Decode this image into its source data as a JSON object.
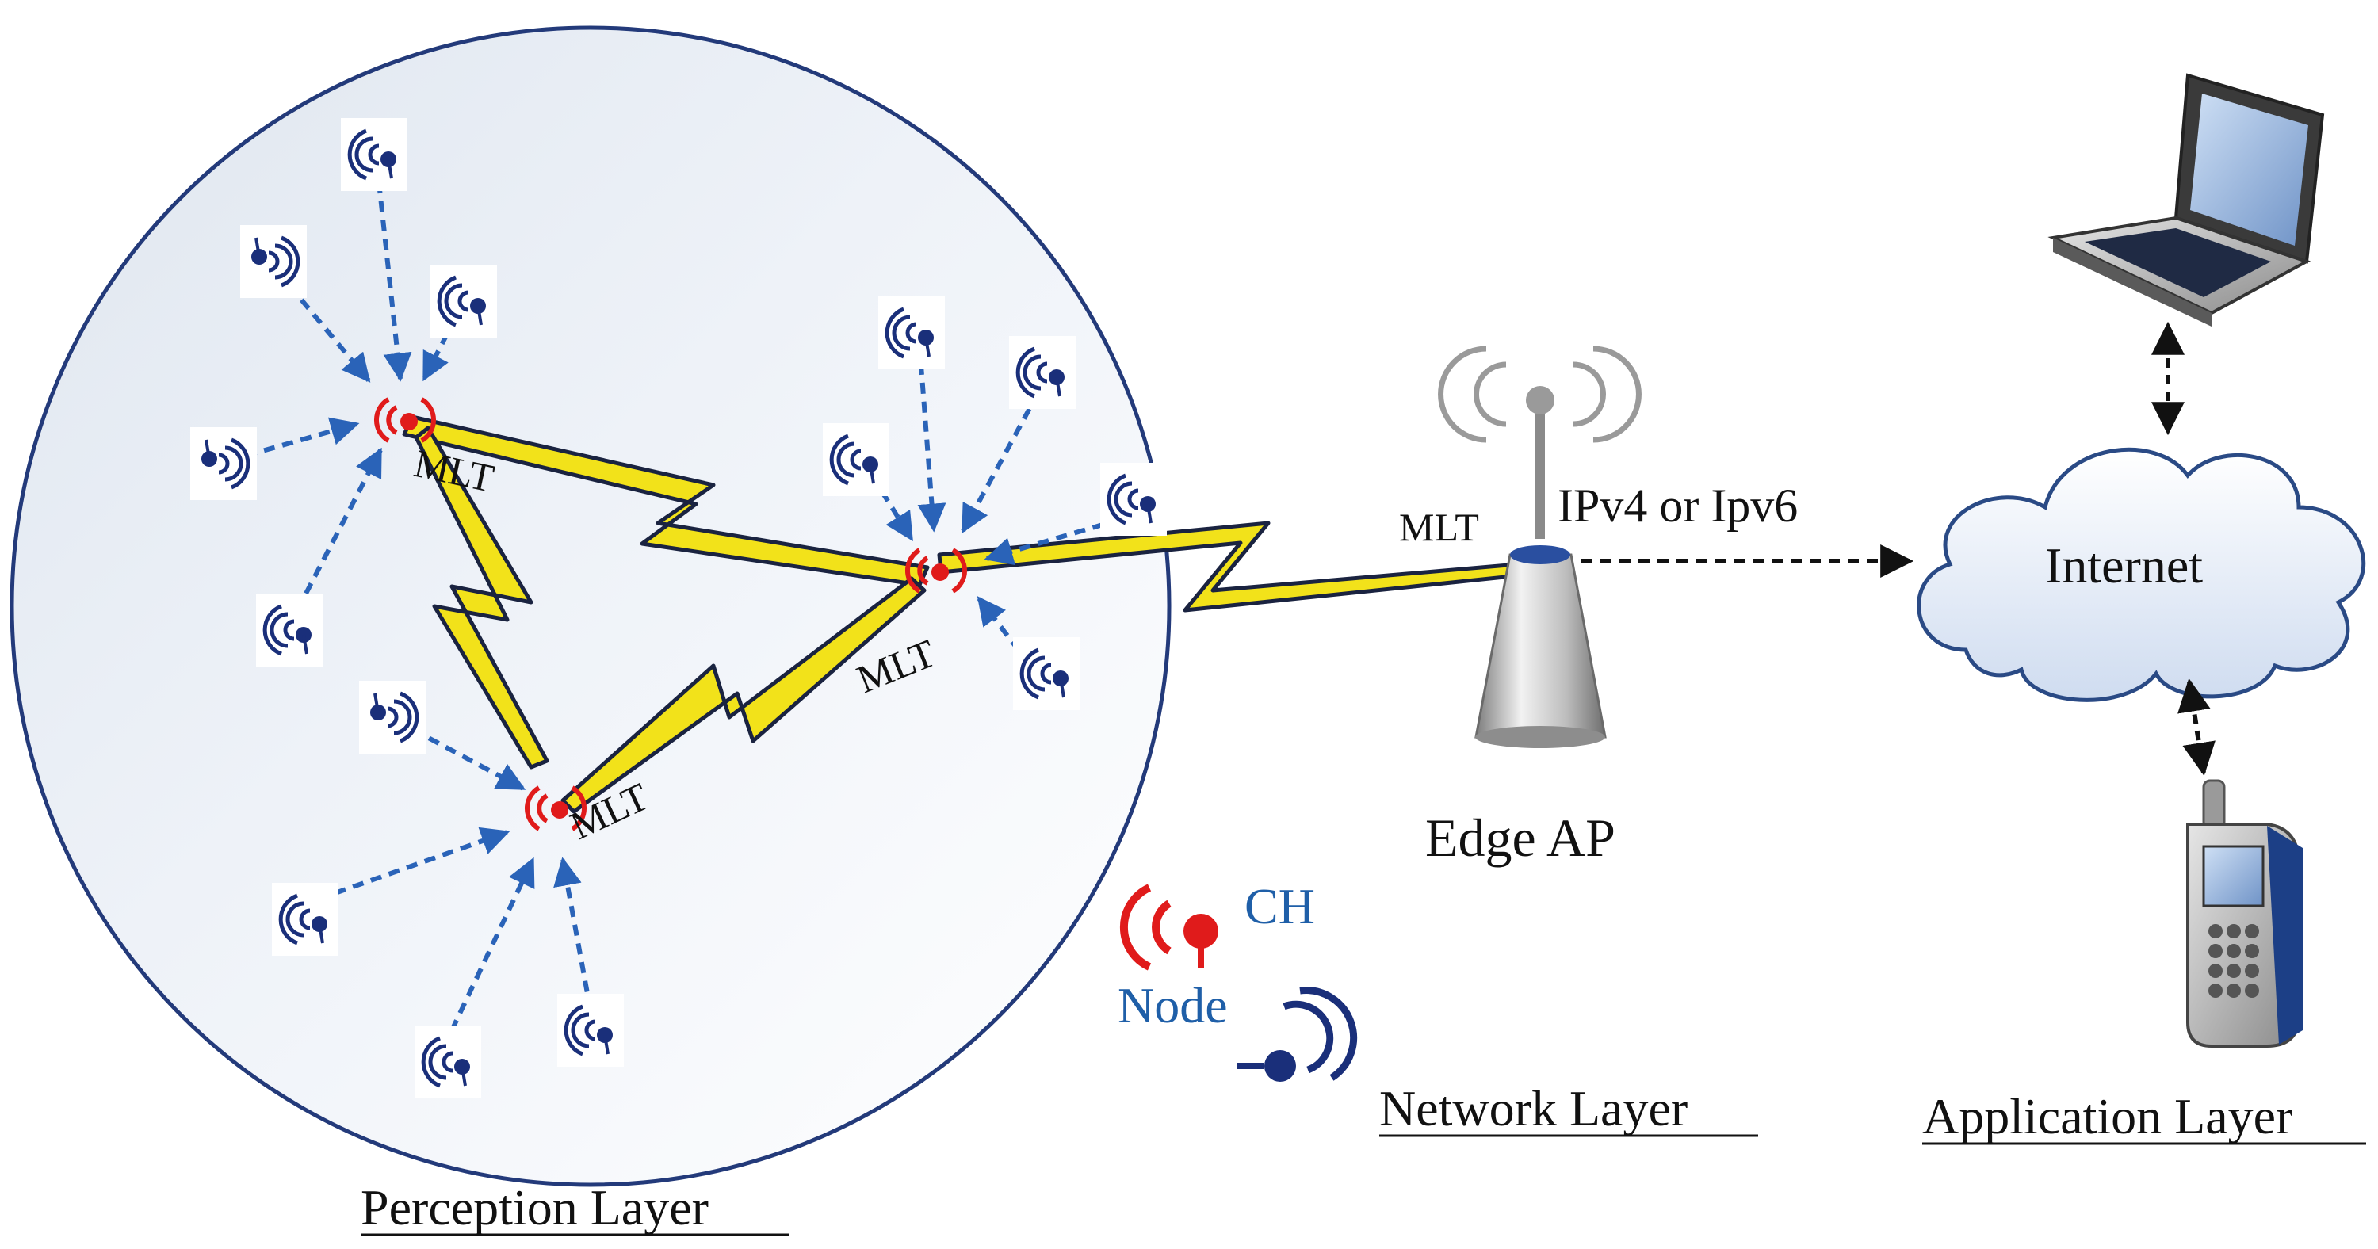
{
  "labels": {
    "mlt": "MLT",
    "ip_protocol": "IPv4 or Ipv6",
    "internet": "Internet",
    "edge_ap": "Edge AP",
    "ch": "CH",
    "node": "Node",
    "perception_layer": "Perception Layer",
    "network_layer": "Network Layer",
    "application_layer": "Application Layer"
  },
  "colors": {
    "cluster_head": "#e01b1b",
    "node": "#1a2f7a",
    "arrow": "#2a63b8",
    "lightning": "#f2e21a",
    "legend_text": "#1f5fa8",
    "circle_border": "#233a7a"
  },
  "icons": {
    "cluster_head": "wireless-signal-icon",
    "node": "wireless-signal-icon",
    "edge_ap": "access-point-icon",
    "internet": "cloud-icon",
    "laptop": "laptop-icon",
    "phone": "mobile-phone-icon"
  }
}
